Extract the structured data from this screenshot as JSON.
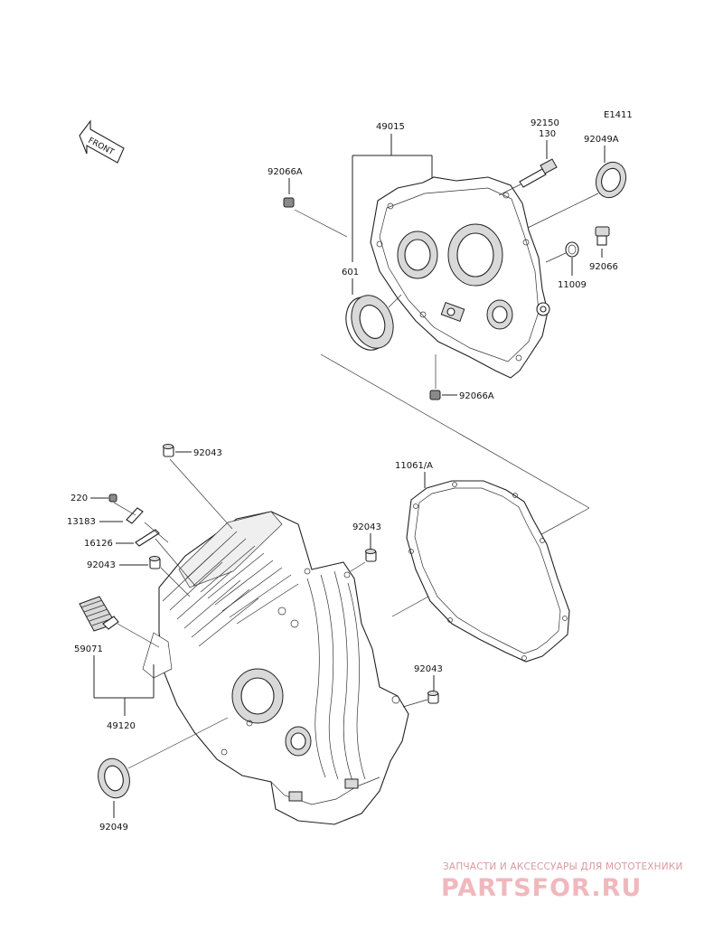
{
  "diagram": {
    "ref_code": "E1411",
    "front_label": "FRONT",
    "callouts": {
      "p49015": "49015",
      "p92150": "92150",
      "p130": "130",
      "p92049A": "92049A",
      "p92066A_top": "92066A",
      "p92066": "92066",
      "p11009": "11009",
      "p601": "601",
      "p92066A_bottom": "92066A",
      "p92043_top": "92043",
      "p220": "220",
      "p13183": "13183",
      "p16126": "16126",
      "p92043_left": "92043",
      "p92043_mid": "92043",
      "p11061A": "11061/A",
      "p59071": "59071",
      "p49120": "49120",
      "p92043_right": "92043",
      "p92049": "92049"
    }
  },
  "watermark": {
    "tagline": "ЗАПЧАСТИ И АКСЕССУАРЫ ДЛЯ МОТОТЕХНИКИ",
    "logo": "PARTSFOR.RU"
  }
}
